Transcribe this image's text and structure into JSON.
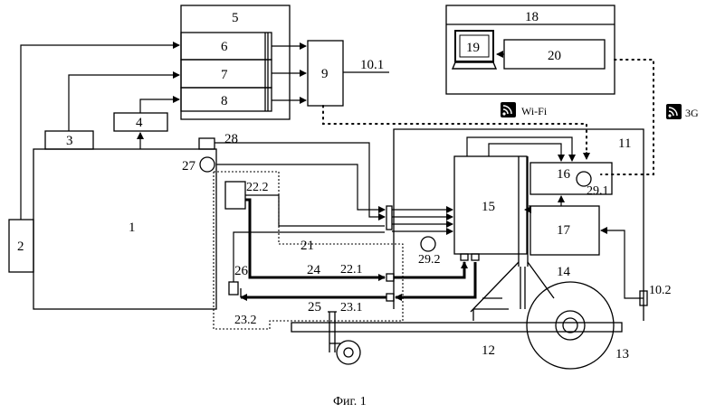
{
  "diagram": {
    "labels": {
      "l1": "1",
      "l2": "2",
      "l3": "3",
      "l4": "4",
      "l5": "5",
      "l6": "6",
      "l7": "7",
      "l8": "8",
      "l9": "9",
      "l10_1": "10.1",
      "l10_2": "10.2",
      "l11": "11",
      "l12": "12",
      "l13": "13",
      "l14": "14",
      "l15": "15",
      "l16": "16",
      "l17": "17",
      "l18": "18",
      "l19": "19",
      "l20": "20",
      "l21": "21",
      "l22_1": "22.1",
      "l22_2": "22.2",
      "l23_1": "23.1",
      "l23_2": "23.2",
      "l24": "24",
      "l25": "25",
      "l26": "26",
      "l27": "27",
      "l28": "28",
      "l29_1": "29.1",
      "l29_2": "29.2"
    },
    "wifi_label": "Wi-Fi",
    "g3_label": "3G",
    "wireless_icon": "rss-wireless-icon",
    "caption": "Фиг. 1"
  }
}
